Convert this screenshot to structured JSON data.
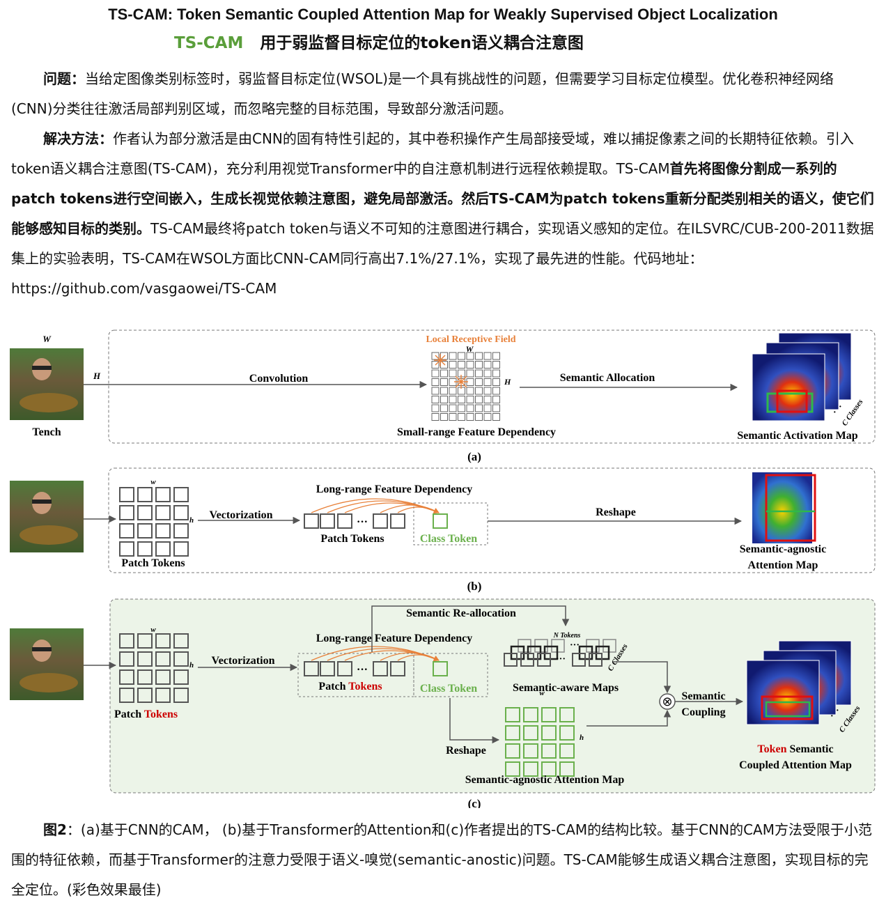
{
  "title_en": "TS-CAM: Token Semantic Coupled Attention Map for Weakly Supervised Object Localization",
  "title_cn_abbr": "TS-CAM",
  "title_cn": "用于弱监督目标定位的token语义耦合注意图",
  "problem": {
    "label": "问题：",
    "text": "当给定图像类别标签时，弱监督目标定位(WSOL)是一个具有挑战性的问题，但需要学习目标定位模型。优化卷积神经网络(CNN)分类往往激活局部判别区域，而忽略完整的目标范围，导致部分激活问题。"
  },
  "solution": {
    "label": "解决方法：",
    "text1": "作者认为部分激活是由CNN的固有特性引起的，其中卷积操作产生局部接受域，难以捕捉像素之间的长期特征依赖。引入token语义耦合注意图(TS-CAM)，充分利用视觉Transformer中的自注意机制进行远程依赖提取。TS-CAM",
    "bold1": "首先将图像分割成一系列的patch tokens进行空间嵌入，生成长视觉依赖注意图，避免局部激活。然后TS-CAM为patch tokens重新分配类别相关的语义，使它们能够感知目标的类别。",
    "text2": "TS-CAM最终将patch token与语义不可知的注意图进行耦合，实现语义感知的定位。在ILSVRC/CUB-200-2011数据集上的实验表明，TS-CAM在WSOL方面比CNN-CAM同行高出7.1%/27.1%，实现了最先进的性能。代码地址：https://github.com/vasgaowei/TS-CAM"
  },
  "figure": {
    "a": {
      "w": "W",
      "h": "H",
      "image_label": "Tench",
      "conv": "Convolution",
      "lrf": "Local Receptive Field",
      "grid_w": "W",
      "grid_h": "H",
      "small_range": "Small-range Feature Dependency",
      "sem_alloc": "Semantic Allocation",
      "c_classes": "C Classes",
      "sam": "Semantic Activation Map",
      "label": "(a)"
    },
    "b": {
      "w": "w",
      "h": "h",
      "patch_tokens_grid": "Patch Tokens",
      "vectorization": "Vectorization",
      "long_range": "Long-range Feature Dependency",
      "dots": "···",
      "patch_tokens": "Patch Tokens",
      "class_token": "Class Token",
      "reshape": "Reshape",
      "sa_map_1": "Semantic-agnostic",
      "sa_map_2": "Attention Map",
      "label": "(b)"
    },
    "c": {
      "w": "w",
      "h": "h",
      "patch_word": "Patch",
      "tokens_word": "Tokens",
      "vectorization": "Vectorization",
      "long_range": "Long-range Feature Dependency",
      "dots": "···",
      "patch_tokens_patch": "Patch",
      "patch_tokens_tokens": "Tokens",
      "class_token": "Class Token",
      "re_alloc": "Semantic Re-allocation",
      "n_tokens": "N Tokens",
      "c_classes": "C Classes",
      "sem_aware": "Semantic-aware Maps",
      "otimes": "⊗",
      "coupling_1": "Semantic",
      "coupling_2": "Coupling",
      "reshape": "Reshape",
      "grid_w": "w",
      "grid_h": "h",
      "sa_attention": "Semantic-agnostic Attention Map",
      "out_c_classes": "C Classes",
      "out_token": "Token",
      "out_semantic": "Semantic",
      "out_line2": "Coupled Attention Map",
      "label": "(c)"
    }
  },
  "caption": {
    "label": "图2",
    "text": "：(a)基于CNN的CAM， (b)基于Transformer的Attention和(c)作者提出的TS-CAM的结构比较。基于CNN的CAM方法受限于小范围的特征依赖，而基于Transformer的注意力受限于语义-嗅觉(semantic-anostic)问题。TS-CAM能够生成语义耦合注意图，实现目标的完全定位。(彩色效果最佳)"
  },
  "colors": {
    "green": "#5a9e3a",
    "orange": "#e8813a",
    "red": "#cc0000",
    "token_green": "#6ab04c"
  }
}
